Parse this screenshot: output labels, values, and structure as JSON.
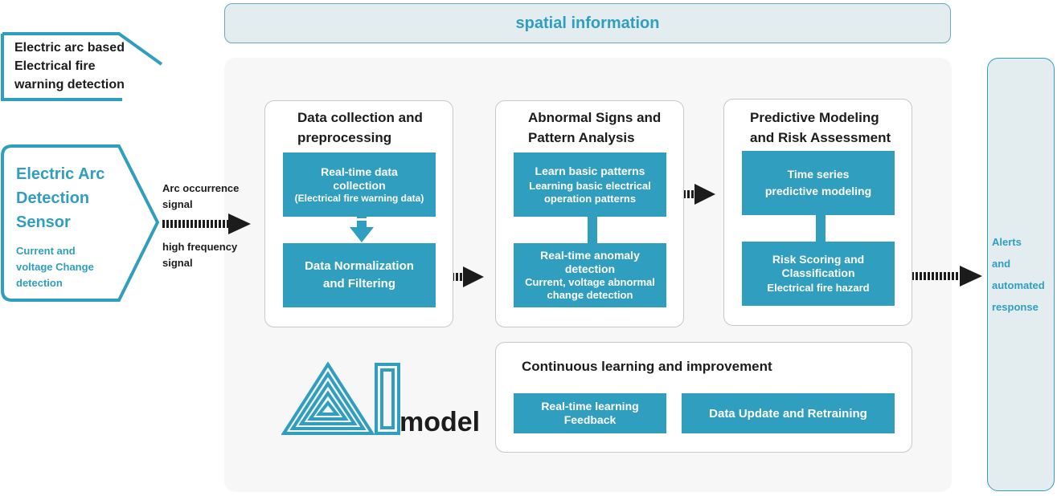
{
  "header": {
    "label": "spatial information"
  },
  "title_tag": {
    "lines": [
      "Electric arc based",
      "Electrical fire",
      "warning detection"
    ]
  },
  "sensor": {
    "title_lines": [
      "Electric Arc",
      "Detection",
      "Sensor"
    ],
    "desc_lines": [
      "Current and",
      "voltage Change",
      "detection"
    ]
  },
  "signals": {
    "arc_lines": [
      "Arc occurrence",
      "signal"
    ],
    "freq_lines": [
      "high frequency",
      "signal"
    ]
  },
  "panel_collection": {
    "title_lines": [
      "Data collection and",
      "preprocessing"
    ],
    "box1_title": "Real-time data",
    "box1_title2": "collection",
    "box1_sub": "(Electrical fire warning data)",
    "box2_line1": "Data Normalization",
    "box2_line2": "and Filtering"
  },
  "panel_abnormal": {
    "title_lines": [
      "Abnormal Signs and",
      "Pattern Analysis"
    ],
    "box1_title": "Learn basic patterns",
    "box1_sub1": "Learning basic electrical",
    "box1_sub2": "operation patterns",
    "box2_title1": "Real-time anomaly",
    "box2_title2": "detection",
    "box2_sub1": "Current, voltage abnormal",
    "box2_sub2": "change detection"
  },
  "panel_predictive": {
    "title_lines": [
      "Predictive Modeling",
      "and Risk Assessment"
    ],
    "box1_line1": "Time series",
    "box1_line2": "predictive modeling",
    "box2_line1": "Risk Scoring and",
    "box2_line2": "Classification",
    "box2_line3": "Electrical fire hazard"
  },
  "panel_learning": {
    "title": "Continuous learning and improvement",
    "box1_line1": "Real-time learning",
    "box1_line2": "Feedback",
    "box2_label": "Data Update and Retraining"
  },
  "ai_logo": {
    "word": "model"
  },
  "alerts": {
    "lines": [
      "Alerts",
      "and",
      "automated",
      "response"
    ]
  },
  "colors": {
    "teal": "#2f9ebf",
    "light_bg": "#e3ecef",
    "dark": "#1c1c1c"
  }
}
